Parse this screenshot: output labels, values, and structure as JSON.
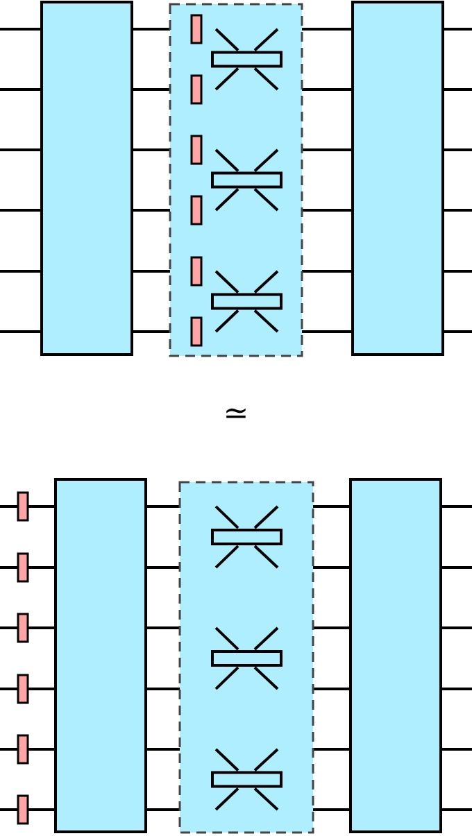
{
  "equivalence_symbol": "≃",
  "colors": {
    "block": "#aeeeff",
    "phase": "#ffa5a5",
    "stroke": "#000000",
    "dash": "#444444"
  },
  "circuits": [
    {
      "name": "top",
      "modes": 6,
      "phase_shifter_position": "inside-dashed-layer",
      "couplers": 3
    },
    {
      "name": "bottom",
      "modes": 6,
      "phase_shifter_position": "input",
      "couplers": 3
    }
  ]
}
